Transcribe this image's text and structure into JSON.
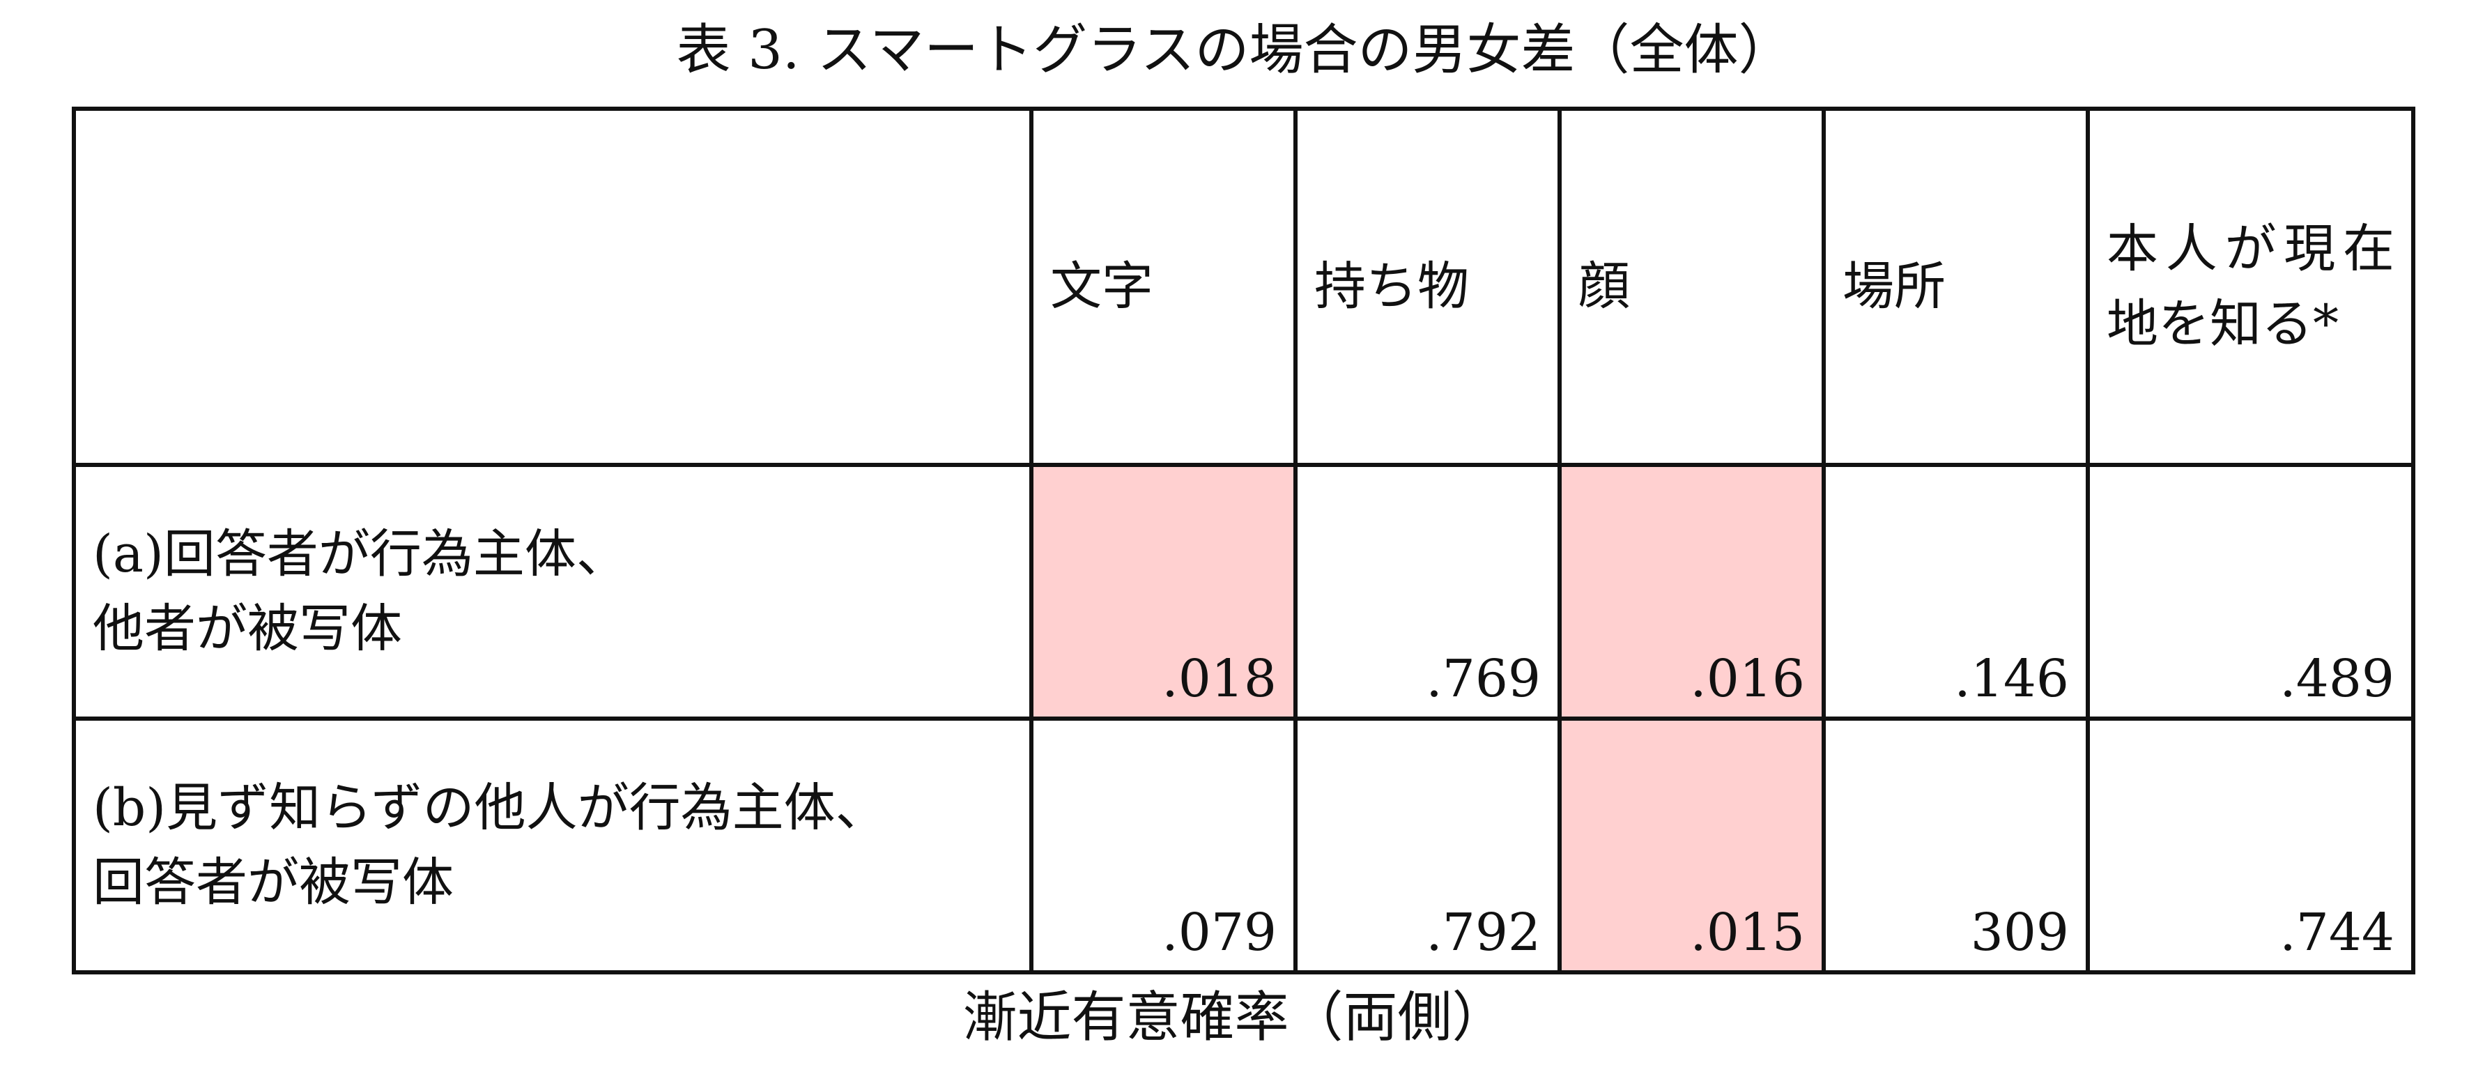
{
  "caption": "表 3.  スマートグラスの場合の男女差（全体）",
  "footer": "漸近有意確率（両側）",
  "colors": {
    "significant_fill": "#ffd0d0",
    "border": "#111111"
  },
  "table": {
    "corner": "",
    "columns": [
      "文字",
      "持ち物",
      "顔",
      "場所",
      "本人が現在地を知る*"
    ],
    "rows": [
      {
        "label": "(a)回答者が行為主体、\n他者が被写体",
        "values": [
          ".018",
          ".769",
          ".016",
          ".146",
          ".489"
        ],
        "highlighted": [
          true,
          false,
          true,
          false,
          false
        ]
      },
      {
        "label": "(b)見ず知らずの他人が行為主体、\n回答者が被写体",
        "values": [
          ".079",
          ".792",
          ".015",
          "309",
          ".744"
        ],
        "highlighted": [
          false,
          false,
          true,
          false,
          false
        ]
      }
    ]
  }
}
